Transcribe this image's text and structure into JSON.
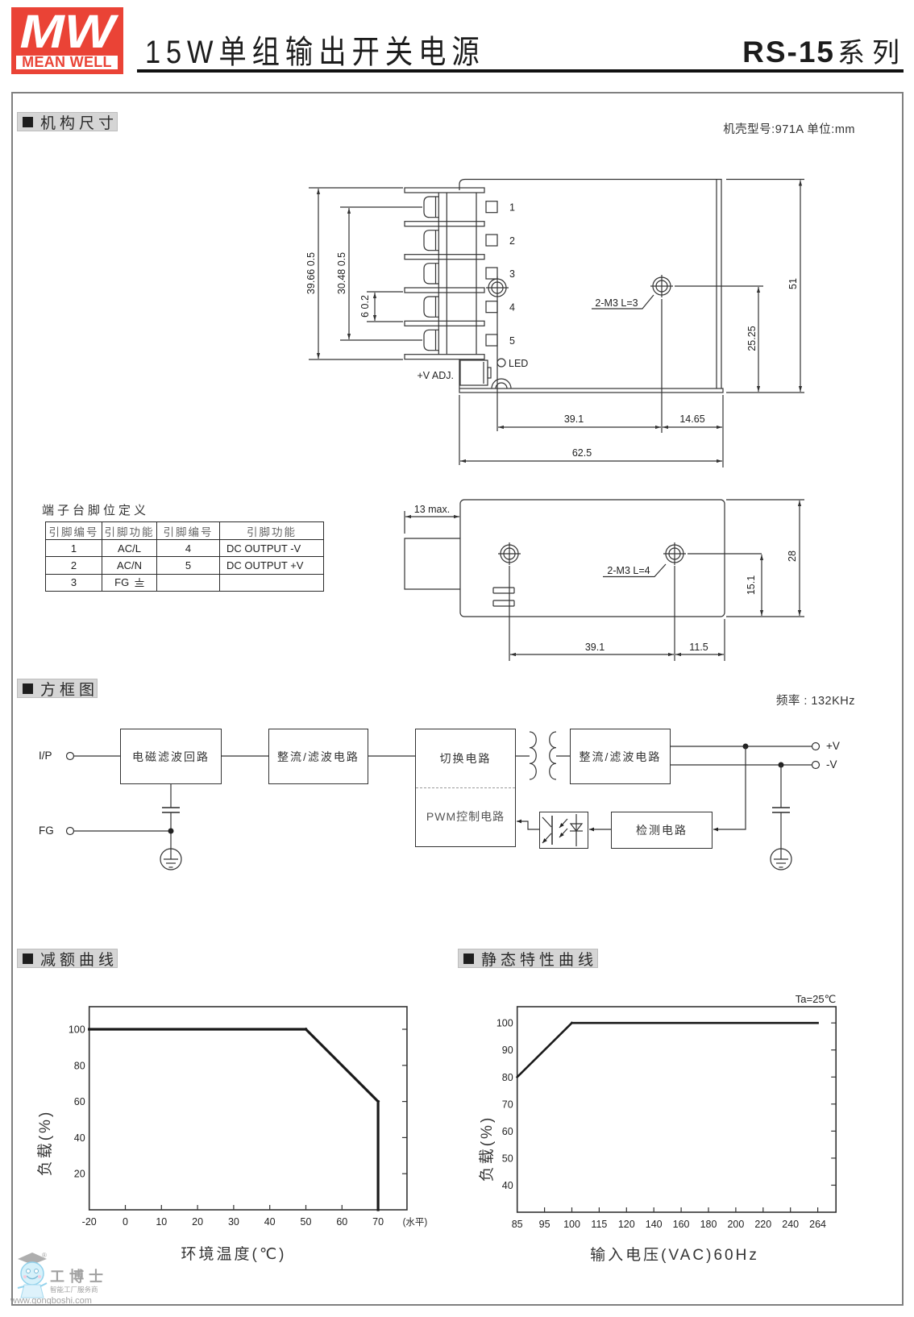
{
  "header": {
    "logo": {
      "mark": "MW",
      "brand": "MEAN WELL",
      "brand_color": "#ea4336"
    },
    "title": "15W单组输出开关电源",
    "series_model": "RS-15",
    "series_suffix": "系列"
  },
  "mechanical": {
    "section_title": "机构尺寸",
    "case_info": "机壳型号:971A 单位:mm",
    "top_view": {
      "pin_labels": [
        "1",
        "2",
        "3",
        "4",
        "5"
      ],
      "led_label": "LED",
      "vadj_label": "+V ADJ.",
      "screw_note": "2-M3 L=3",
      "dimensions": {
        "terminal_block_height": "39.66  0.5",
        "pin_span": "30.48  0.5",
        "pin_pitch": "6  0.2",
        "hole_spacing": "39.1",
        "hole_to_edge": "14.65",
        "length": "62.5",
        "hole_height": "25.25",
        "width": "51"
      }
    },
    "side_view": {
      "terminal_protrusion": "13 max.",
      "screw_note": "2-M3 L=4",
      "dimensions": {
        "hole_spacing": "39.1",
        "hole_to_edge": "11.5",
        "hole_height": "15.1",
        "height": "28"
      }
    }
  },
  "pin_table": {
    "title": "端子台脚位定义",
    "headers": [
      "引脚编号",
      "引脚功能",
      "引脚编号",
      "引脚功能"
    ],
    "rows": [
      [
        "1",
        "AC/L",
        "4",
        "DC OUTPUT -V"
      ],
      [
        "2",
        "AC/N",
        "5",
        "DC OUTPUT +V"
      ],
      [
        "3",
        "FG",
        "",
        ""
      ]
    ],
    "fg_icon": "earth-ground"
  },
  "block_diagram": {
    "section_title": "方框图",
    "frequency": "频率 : 132KHz",
    "inputs": {
      "ip": "I/P",
      "fg": "FG"
    },
    "blocks": {
      "emi_filter": "电磁滤波回路",
      "rectifier_input": "整流/滤波电路",
      "switching": "切换电路",
      "pwm_control": "PWM控制电路",
      "rectifier_output": "整流/滤波电路",
      "detection": "检测电路"
    },
    "outputs": {
      "positive": "+V",
      "negative": "-V"
    }
  },
  "watermark": {
    "brand": "工博士",
    "registered": "®",
    "slogan": "智能工厂服务商",
    "url": "www.gongboshi.com"
  },
  "chart_data": [
    {
      "type": "line",
      "title": "减额曲线",
      "xlabel": "环境温度(℃)",
      "x_unit_note": "(水平)",
      "ylabel": "负载(%)",
      "x_ticks": [
        "-20",
        "0",
        "10",
        "20",
        "30",
        "40",
        "50",
        "60",
        "70"
      ],
      "y_ticks": [
        "20",
        "40",
        "60",
        "80",
        "100"
      ],
      "xlim": [
        -20,
        78
      ],
      "ylim": [
        0,
        112.5
      ],
      "grid": false,
      "legend": "none",
      "series": [
        {
          "name": "负载",
          "x": [
            -20,
            50,
            70,
            70
          ],
          "y": [
            100,
            100,
            60,
            0
          ]
        }
      ]
    },
    {
      "type": "line",
      "title": "静态特性曲线",
      "xlabel": "输入电压(VAC)60Hz",
      "ylabel": "负载(%)",
      "annotation": "Ta=25℃",
      "x_ticks": [
        "85",
        "95",
        "100",
        "115",
        "120",
        "140",
        "160",
        "180",
        "200",
        "220",
        "240",
        "264"
      ],
      "y_ticks": [
        "40",
        "50",
        "60",
        "70",
        "80",
        "90",
        "100"
      ],
      "xlim": [
        85,
        280
      ],
      "ylim": [
        30,
        106
      ],
      "grid": false,
      "legend": "none",
      "series": [
        {
          "name": "负载",
          "x": [
            85,
            100,
            264
          ],
          "y": [
            80,
            100,
            100
          ]
        }
      ]
    }
  ]
}
